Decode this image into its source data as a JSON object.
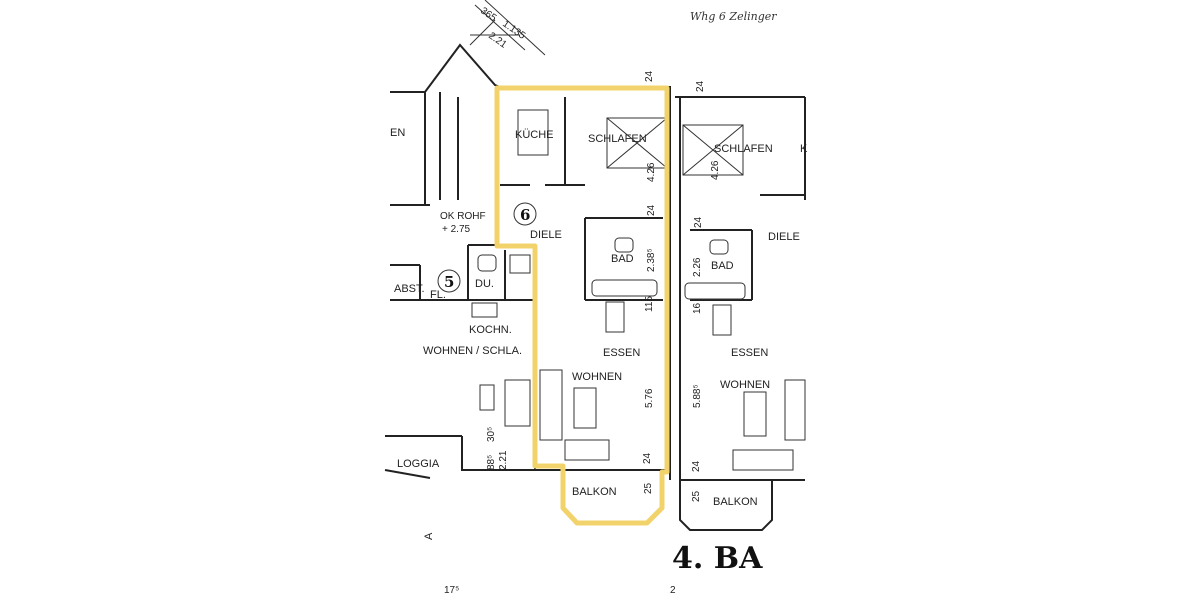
{
  "handwritten_note": "Whg 6 Zelinger",
  "highlight_color": "#f2d36b",
  "unit_numbers": {
    "unit_6": "6",
    "unit_5": "5"
  },
  "rooms": {
    "kueche": "KÜCHE",
    "schlafen": "SCHLAFEN",
    "schlafen_right": "SCHLAFEN",
    "diele": "DIELE",
    "diele_right": "DIELE",
    "bad": "BAD",
    "bad_right": "BAD",
    "du": "DU.",
    "abst": "ABST.",
    "fl": "FL.",
    "kochn": "KOCHN.",
    "wohnen_schla": "WOHNEN / SCHLA.",
    "essen": "ESSEN",
    "wohnen": "WOHNEN",
    "essen_right": "ESSEN",
    "wohnen_right": "WOHNEN",
    "loggia": "LOGGIA",
    "balkon": "BALKON",
    "balkon_right": "BALKON",
    "left_partial": "EN",
    "right_partial": "K"
  },
  "annotations": {
    "ok_rohf": "OK ROHF",
    "ok_rohf_value": "+ 2.75"
  },
  "dimensions": {
    "top_365": "365",
    "top_1135": "1.135",
    "top_221": "2.21",
    "wall_24_a": "24",
    "wall_24_b": "24",
    "schlafen_height": "4.26",
    "schlafen_right_height": "4.26",
    "wall_24_c": "24",
    "wall_24_d": "24",
    "bad_height": "2.38⁵",
    "bad_right_height": "2.26",
    "d_115": "115",
    "d_16": "16",
    "wohnen_height": "5.76",
    "wohnen_right_height": "5.88⁵",
    "d_88": "88⁵",
    "d_30": "30⁵",
    "d_221": "2.21",
    "wall_24_e": "24",
    "wall_24_f": "24",
    "balkon_25": "25",
    "balkon_right_25": "25",
    "bottom_175": "17⁵",
    "bottom_2": "2"
  },
  "section_marker": "A",
  "stamp": "4. BA"
}
